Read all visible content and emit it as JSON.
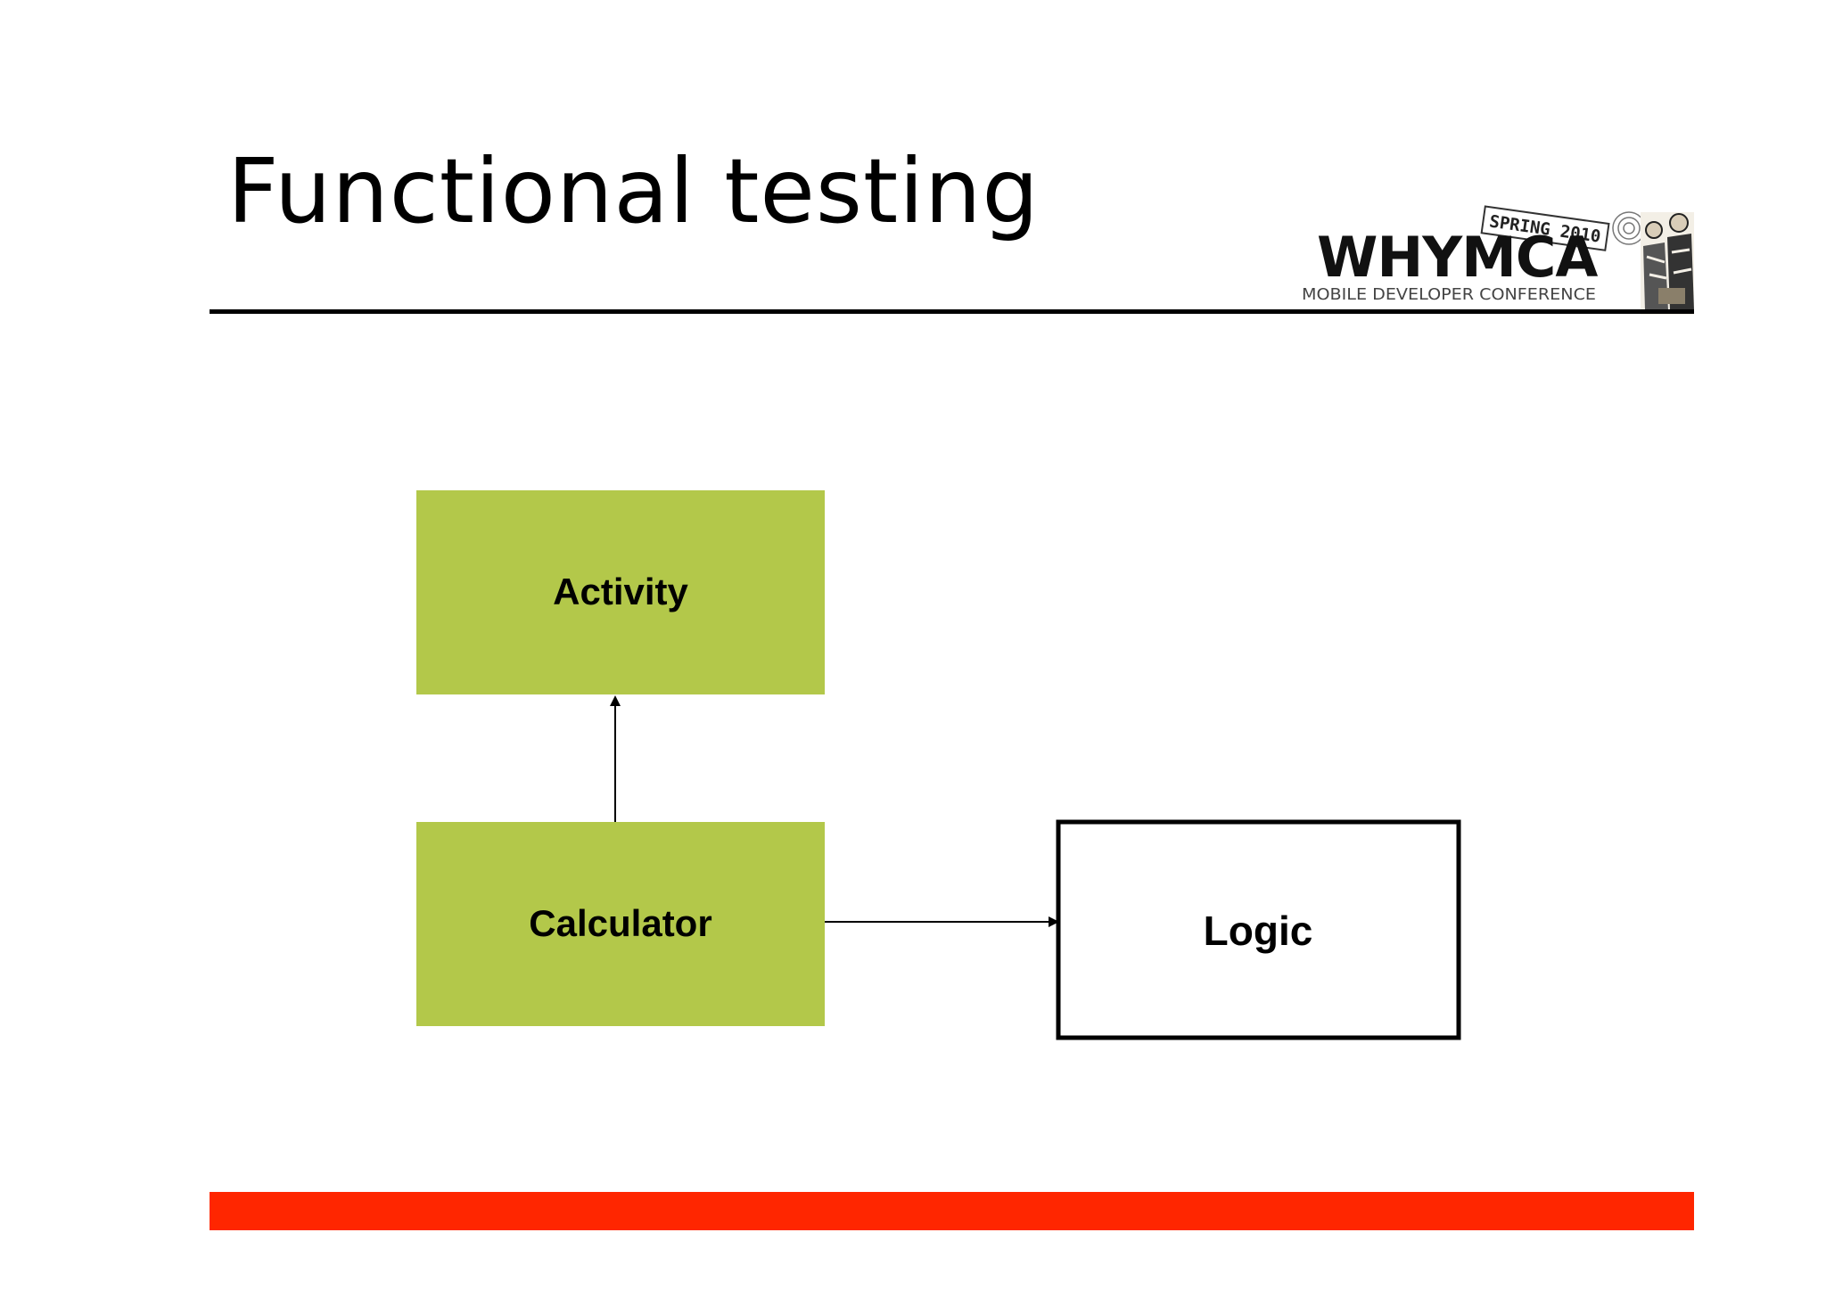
{
  "slide": {
    "title": "Functional testing"
  },
  "logo": {
    "wordmark": "WHYMCA",
    "tag": "SPRING 2010",
    "subtitle": "MOBILE DEVELOPER CONFERENCE"
  },
  "diagram": {
    "nodes": [
      {
        "id": "activity",
        "label": "Activity",
        "fill": "#b3c84a"
      },
      {
        "id": "calculator",
        "label": "Calculator",
        "fill": "#b3c84a"
      },
      {
        "id": "logic",
        "label": "Logic",
        "fill": "#ffffff"
      }
    ],
    "edges": [
      {
        "from": "calculator",
        "to": "activity"
      },
      {
        "from": "calculator",
        "to": "logic"
      }
    ]
  },
  "colors": {
    "node_green": "#b3c84a",
    "footer_bar": "#ff2600",
    "rule": "#000000"
  }
}
